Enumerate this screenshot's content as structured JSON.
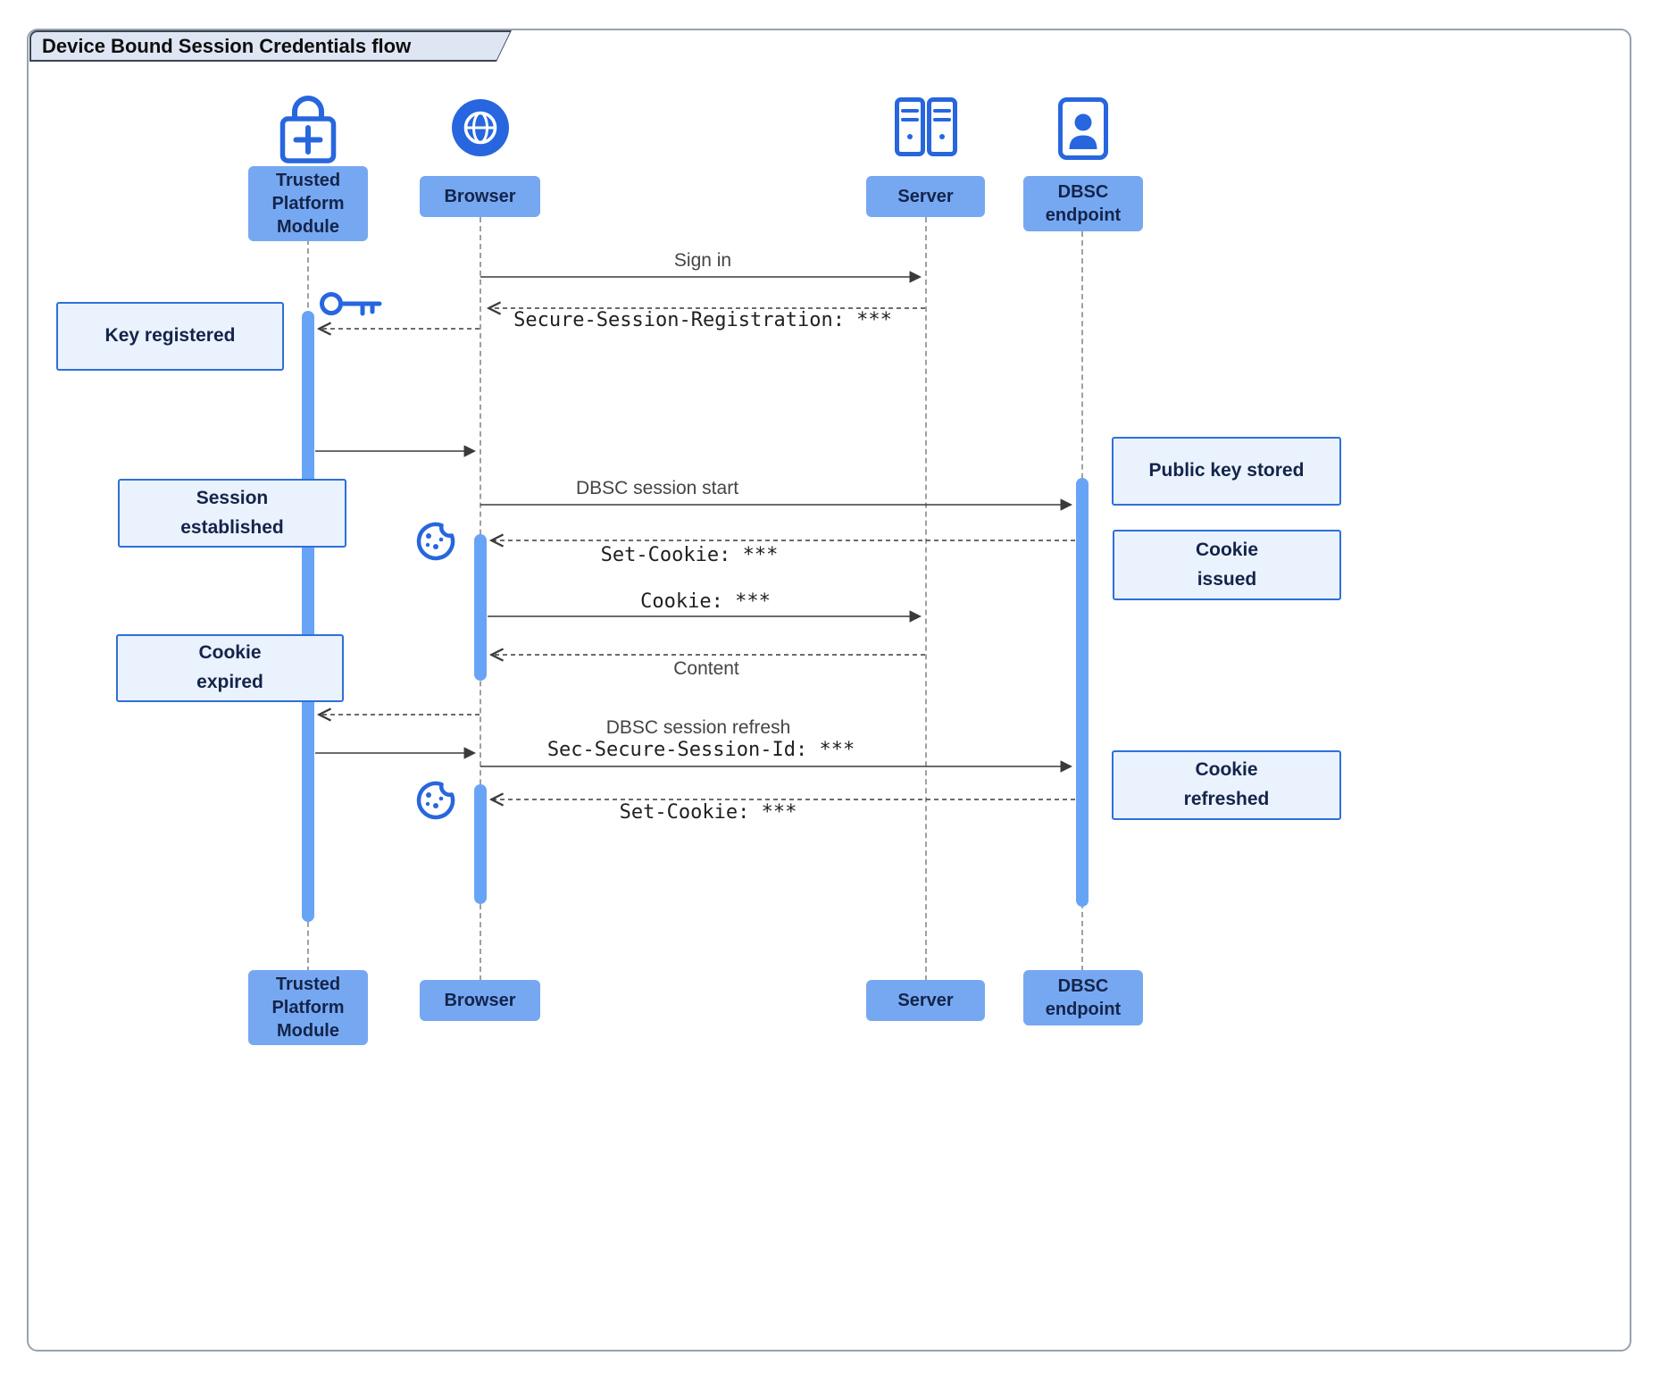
{
  "title": "Device Bound Session Credentials flow",
  "participants": {
    "tpm": {
      "label": "Trusted Platform Module",
      "icon": "lock-plus-icon"
    },
    "browser": {
      "label": "Browser",
      "icon": "globe-icon"
    },
    "server": {
      "label": "Server",
      "icon": "server-rack-icon"
    },
    "dbsc": {
      "label": "DBSC endpoint",
      "icon": "id-badge-icon"
    }
  },
  "notes": {
    "key_registered": "Key registered",
    "session_established": "Session\nestablished",
    "cookie_expired": "Cookie\nexpired",
    "public_key_stored": "Public key stored",
    "cookie_issued": "Cookie\nissued",
    "cookie_refreshed": "Cookie\nrefreshed"
  },
  "messages": {
    "sign_in": "Sign in",
    "secure_session_registration": "Secure-Session-Registration: ***",
    "dbsc_session_start": "DBSC session start",
    "set_cookie_issued": "Set-Cookie: ***",
    "cookie": "Cookie: ***",
    "content": "Content",
    "dbsc_session_refresh": "DBSC session refresh",
    "sec_secure_session_id": "Sec-Secure-Session-Id: ***",
    "set_cookie_refreshed": "Set-Cookie: ***"
  },
  "decorative_icons": {
    "key": "key-icon",
    "cookie_1": "cookie-icon",
    "cookie_2": "cookie-icon"
  },
  "colors": {
    "accent_blue": "#2766DE",
    "actor_fill": "#76A8F2",
    "activation_fill": "#68A4F6",
    "note_fill": "#EAF2FD",
    "note_border": "#2E6FD9",
    "text_dark": "#14244A",
    "arrow": "#3A3A3A"
  }
}
